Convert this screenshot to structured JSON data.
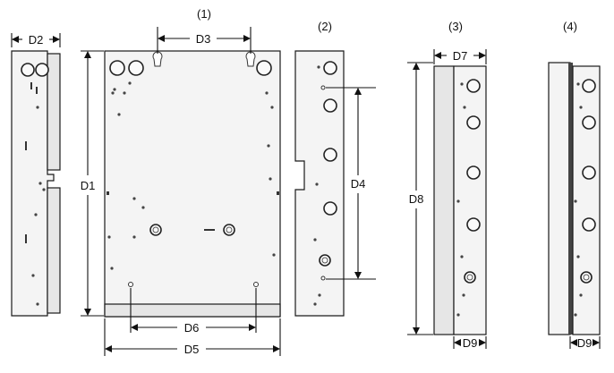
{
  "views": [
    {
      "id": "side-left",
      "label": ""
    },
    {
      "id": "front",
      "label": "(1)"
    },
    {
      "id": "side-2",
      "label": "(2)"
    },
    {
      "id": "side-3",
      "label": "(3)"
    },
    {
      "id": "side-4",
      "label": "(4)"
    }
  ],
  "dimensions": {
    "d1": "D1",
    "d2": "D2",
    "d3": "D3",
    "d4": "D4",
    "d5": "D5",
    "d6": "D6",
    "d7": "D7",
    "d8": "D8",
    "d9a": "D9",
    "d9b": "D9"
  },
  "colors": {
    "line": "#1a1a1a",
    "panel": "#f4f4f4",
    "background": "#ffffff"
  }
}
